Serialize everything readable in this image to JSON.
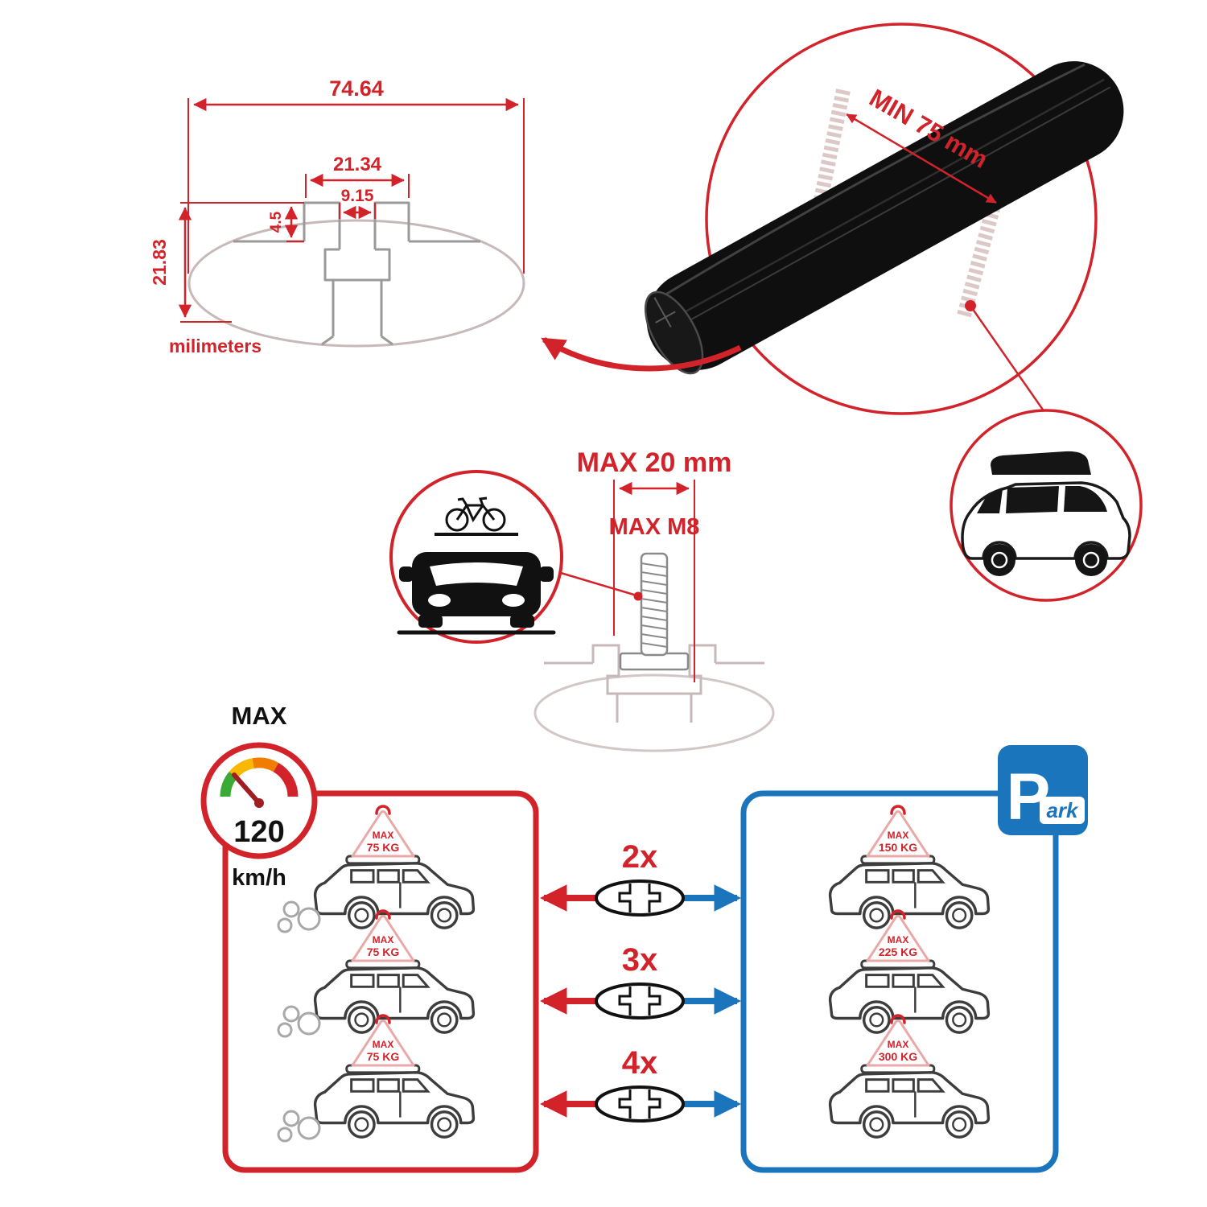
{
  "colors": {
    "red": "#d2232a",
    "blue": "#1b75bc",
    "black": "#111111",
    "gray": "#9a9a9a",
    "pink": "#eaa9a9",
    "green": "#3aaa35",
    "yellow": "#f8b800",
    "orange": "#f07d00"
  },
  "dimension_diagram": {
    "total_width": "74.64",
    "channel_width": "21.34",
    "slot_width": "9.15",
    "lip_height": "4.5",
    "total_height": "21.83",
    "unit_label": "milimeters"
  },
  "crossbar_detail": {
    "min_clamp_label": "MIN 75 mm"
  },
  "bolt_diagram": {
    "max_width_label": "MAX 20 mm",
    "max_thread_label": "MAX M8"
  },
  "speed_limit": {
    "title": "MAX",
    "value": "120",
    "unit": "km/h"
  },
  "driving_panel": {
    "cars": [
      {
        "load_label": "MAX",
        "load_value": "75 KG"
      },
      {
        "load_label": "MAX",
        "load_value": "75 KG"
      },
      {
        "load_label": "MAX",
        "load_value": "75 KG"
      }
    ]
  },
  "crossbar_options": [
    {
      "count": "2x"
    },
    {
      "count": "3x"
    },
    {
      "count": "4x"
    }
  ],
  "parked_panel": {
    "park_sign_p": "P",
    "park_sign_rest": "ark",
    "cars": [
      {
        "load_label": "MAX",
        "load_value": "150 KG"
      },
      {
        "load_label": "MAX",
        "load_value": "225 KG"
      },
      {
        "load_label": "MAX",
        "load_value": "300 KG"
      }
    ]
  }
}
